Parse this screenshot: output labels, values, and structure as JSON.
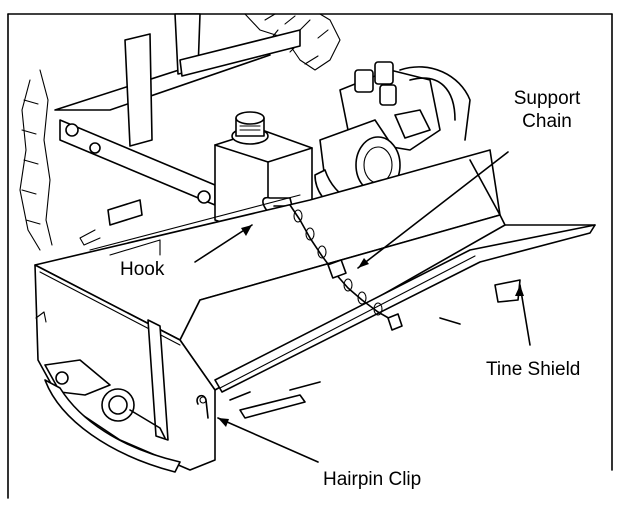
{
  "caption_fragment": "",
  "labels": {
    "support_chain_line1": "Support",
    "support_chain_line2": "Chain",
    "hook": "Hook",
    "tine_shield": "Tine Shield",
    "hairpin_clip": "Hairpin Clip"
  },
  "colors": {
    "ink": "#000000",
    "paper": "#ffffff"
  }
}
